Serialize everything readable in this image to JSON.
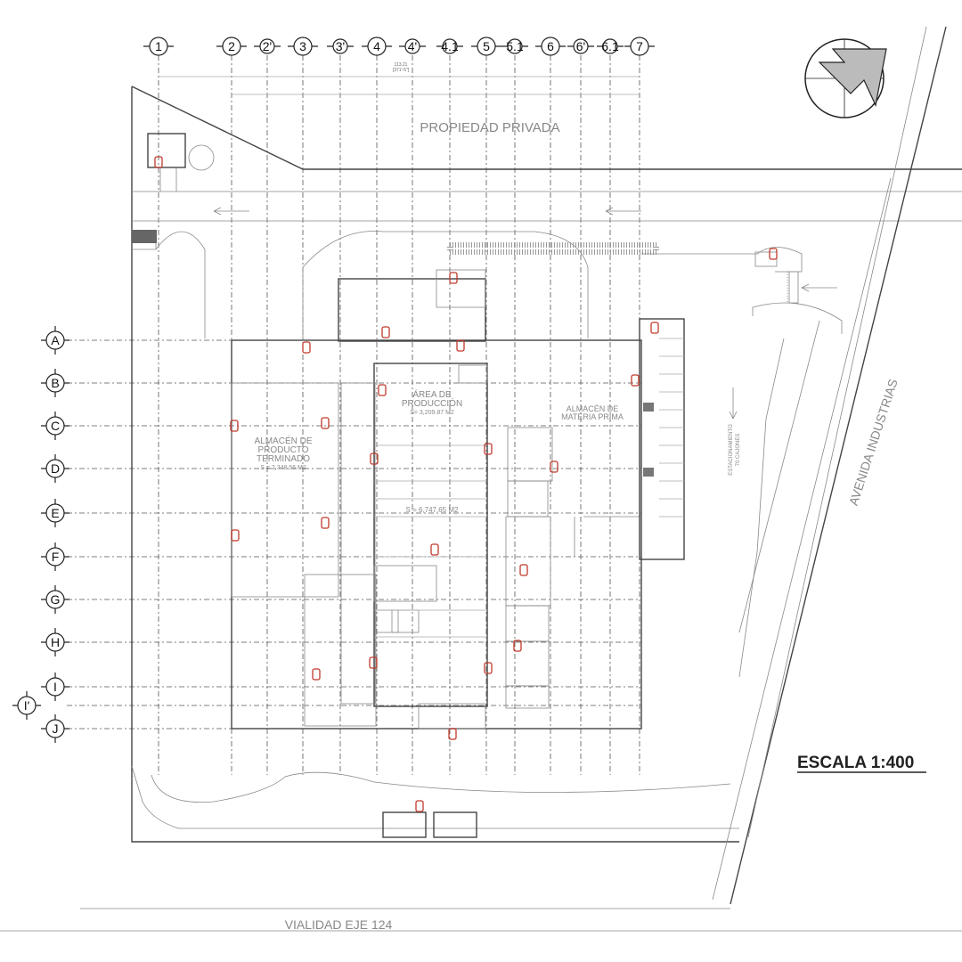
{
  "labels": {
    "propiedad": "PROPIEDAD PRIVADA",
    "avenida": "AVENIDA INDUSTRIAS",
    "vialidad": "VIALIDAD EJE 124",
    "escala": "ESCALA 1:400",
    "estacionamiento": "ESTACIONAMIENTO",
    "cajones": "70 CAJONES"
  },
  "rooms": {
    "produccion": "ÁREA DE",
    "produccion2": "PRODUCCIÓN",
    "produccion3": "S= 3,209.87 M2",
    "almacen_pt": "ALMACÉN DE",
    "almacen_pt2": "PRODUCTO",
    "almacen_pt3": "TERMINADO",
    "almacen_pt4": "S = 2,348.56 M2",
    "almacen_mp": "ALMACÉN DE",
    "almacen_mp2": "MATERIA PRIMA",
    "total": "S = 6,747.65 M2"
  },
  "dims": {
    "total": "113.21",
    "total_imp": "[371'-5\"]"
  },
  "grid": {
    "columns": [
      "1",
      "2",
      "2'",
      "3",
      "3'",
      "4",
      "4'",
      "4.1",
      "5",
      "5.1",
      "6",
      "6'",
      "6.1",
      "7"
    ],
    "rows": [
      "A",
      "B",
      "C",
      "D",
      "E",
      "F",
      "G",
      "H",
      "I",
      "I'",
      "J"
    ]
  },
  "colors": {
    "extinguisher": "#c0392b",
    "lines": "#444444"
  }
}
